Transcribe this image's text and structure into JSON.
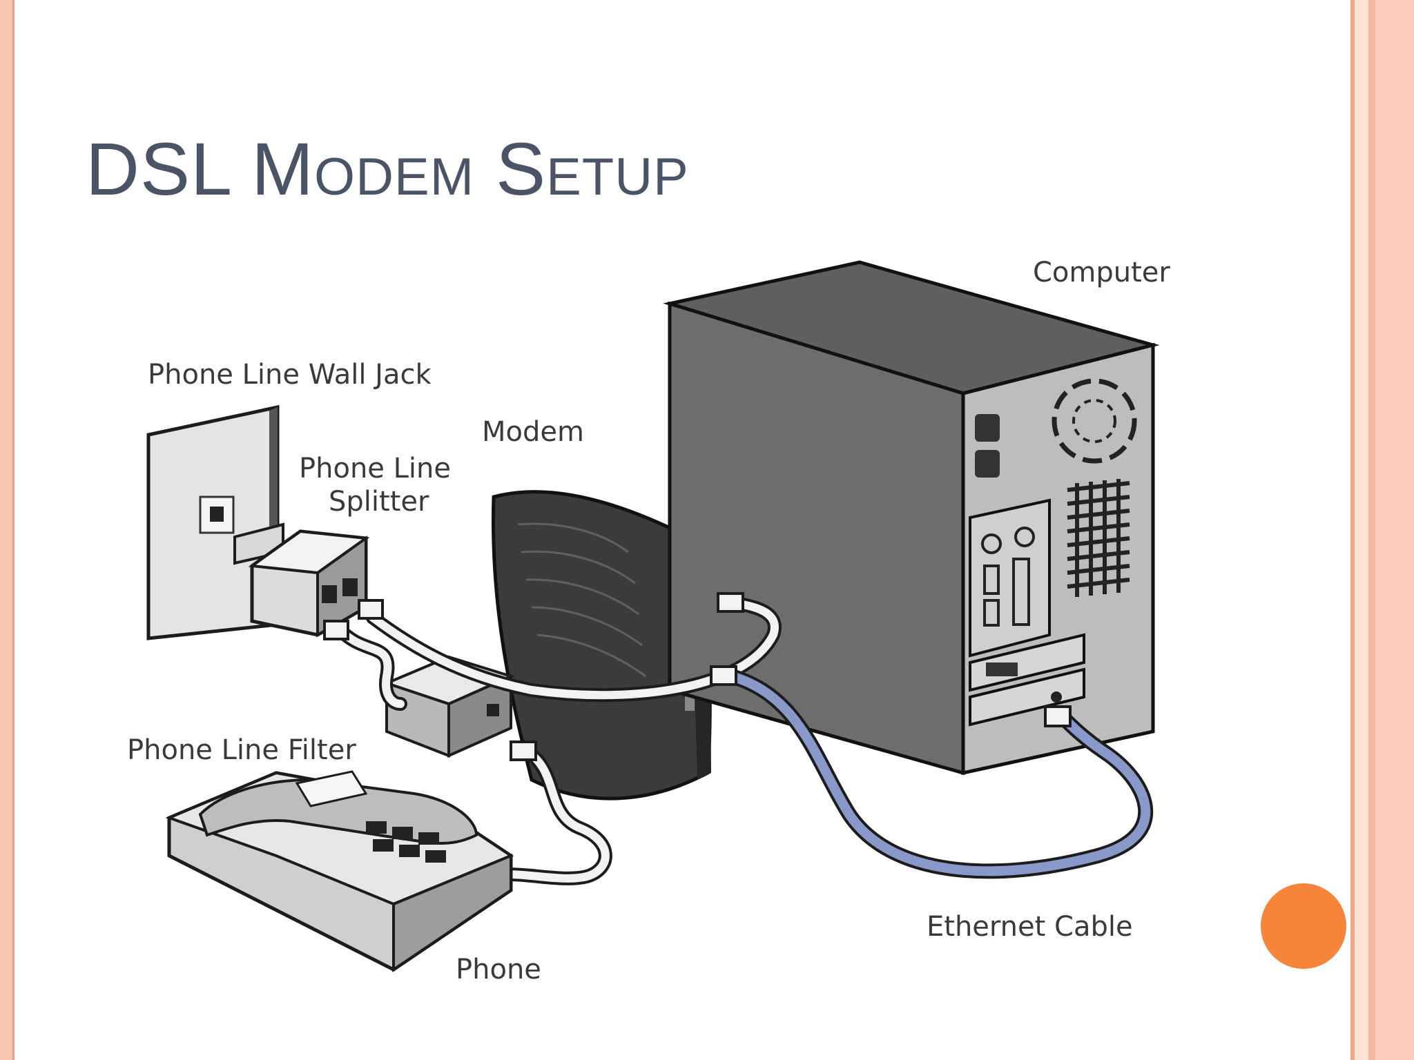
{
  "slide": {
    "title": "DSL Modem Setup",
    "accent_color": "#f6843a",
    "title_color": "#4b5467"
  },
  "diagram": {
    "labels": {
      "computer": "Computer",
      "wall_jack": "Phone Line Wall Jack",
      "modem": "Modem",
      "splitter_line1": "Phone Line",
      "splitter_line2": "Splitter",
      "filter": "Phone Line Filter",
      "phone": "Phone",
      "ethernet": "Ethernet Cable"
    }
  }
}
